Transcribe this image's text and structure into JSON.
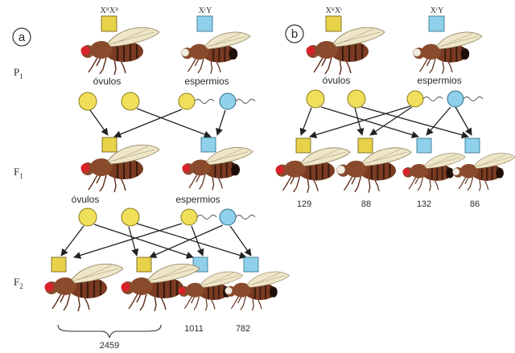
{
  "panels": {
    "a": {
      "letter": "a",
      "generations": {
        "p1": "P",
        "p1_sub": "1",
        "f1": "F",
        "f1_sub": "1",
        "f2": "F",
        "f2_sub": "2"
      },
      "p1_genotypes": {
        "female": "XᴿXᴿ",
        "male": "XʳY"
      },
      "gamete_labels": {
        "eggs": "óvulos",
        "sperm": "espermios"
      },
      "f1_gamete_labels": {
        "eggs": "óvulos",
        "sperm": "espermios"
      },
      "f2_counts": {
        "red_eyed_total": "2459",
        "white_male_a": "1011",
        "white_male_b": "782"
      }
    },
    "b": {
      "letter": "b",
      "p1_genotypes": {
        "female": "XᴿXʳ",
        "male": "XʳY"
      },
      "gamete_labels": {
        "eggs": "óvulos",
        "sperm": "espermios"
      },
      "counts": [
        "129",
        "88",
        "132",
        "86"
      ]
    }
  },
  "colors": {
    "female_square": "#e8d24a",
    "male_square": "#8fd0ea",
    "egg": "#f0df5a",
    "sperm_head": "#8fd0ea",
    "eye_red": "#d8232a",
    "eye_white": "#f3ece0",
    "fly_body": "#7a3b22",
    "wing": "#eee6c8",
    "arrow": "#222222"
  }
}
